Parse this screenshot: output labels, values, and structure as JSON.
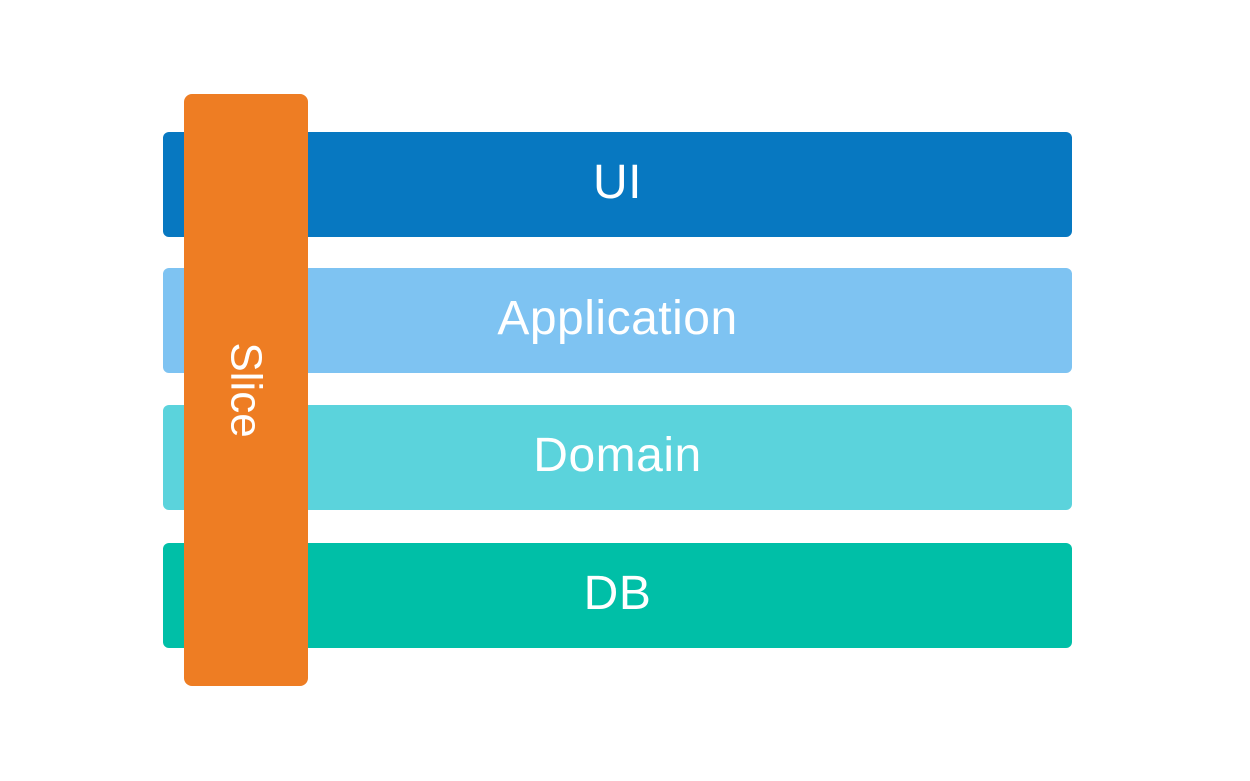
{
  "diagram": {
    "background_color": "#ffffff",
    "text_color": "#ffffff",
    "layers": [
      {
        "label": "UI",
        "color": "#0778c1"
      },
      {
        "label": "Application",
        "color": "#7ec3f2"
      },
      {
        "label": "Domain",
        "color": "#5bd3dc"
      },
      {
        "label": "DB",
        "color": "#00bfa7"
      }
    ],
    "slice": {
      "label": "Slice",
      "color": "#ee7d23"
    }
  }
}
